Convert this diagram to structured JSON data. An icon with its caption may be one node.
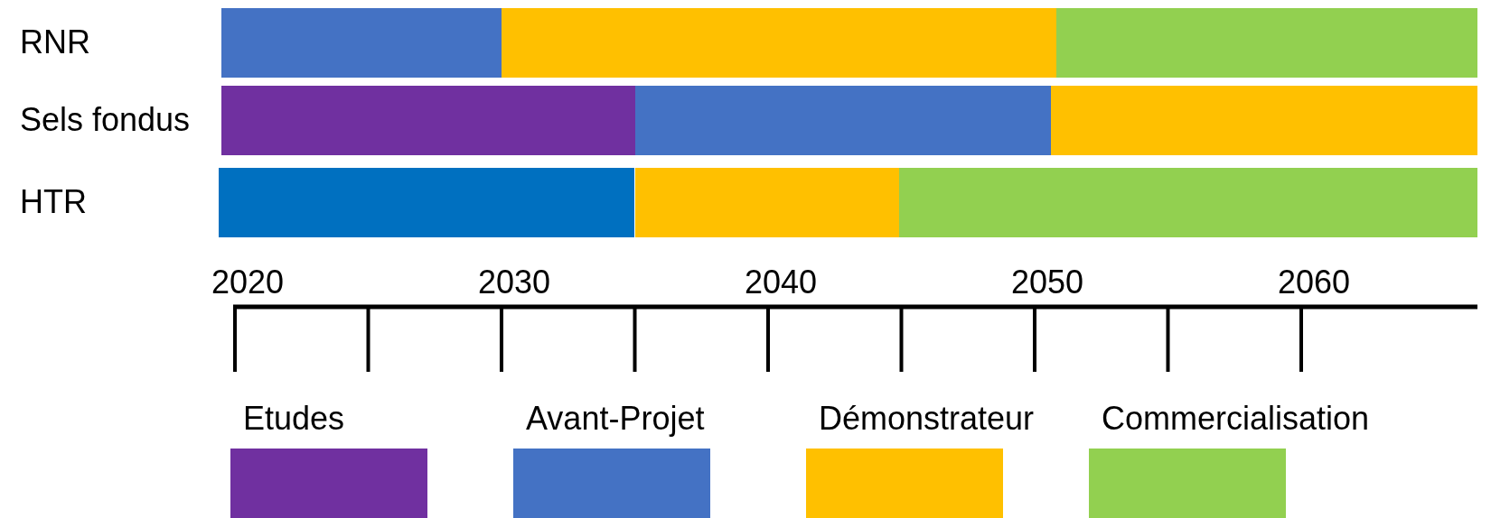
{
  "diagram": {
    "nodes": [
      {
        "text": [],
        "shape": "bar"
      },
      {
        "text": [],
        "shape": "bar"
      },
      {
        "text": [],
        "shape": "bar"
      },
      {
        "text": [],
        "shape": "bar"
      },
      {
        "text": [],
        "shape": "bar"
      },
      {
        "text": [],
        "shape": "bar"
      },
      {
        "text": [],
        "shape": "bar"
      },
      {
        "text": [],
        "shape": "bar"
      },
      {
        "text": [],
        "shape": "bar"
      }
    ],
    "labels": [
      "RNR",
      "Sels fondus",
      "HTR",
      "2020",
      "2030",
      "2040",
      "2050",
      "2060"
    ],
    "legend": [
      {
        "text": "Etudes",
        "color": "#7030a0"
      },
      {
        "text": "Avant-Projet",
        "color": "#4472c4"
      },
      {
        "text": "Démonstrateur",
        "color": "#ffc000"
      },
      {
        "text": "Commercialisation",
        "color": "#92d050"
      }
    ]
  }
}
